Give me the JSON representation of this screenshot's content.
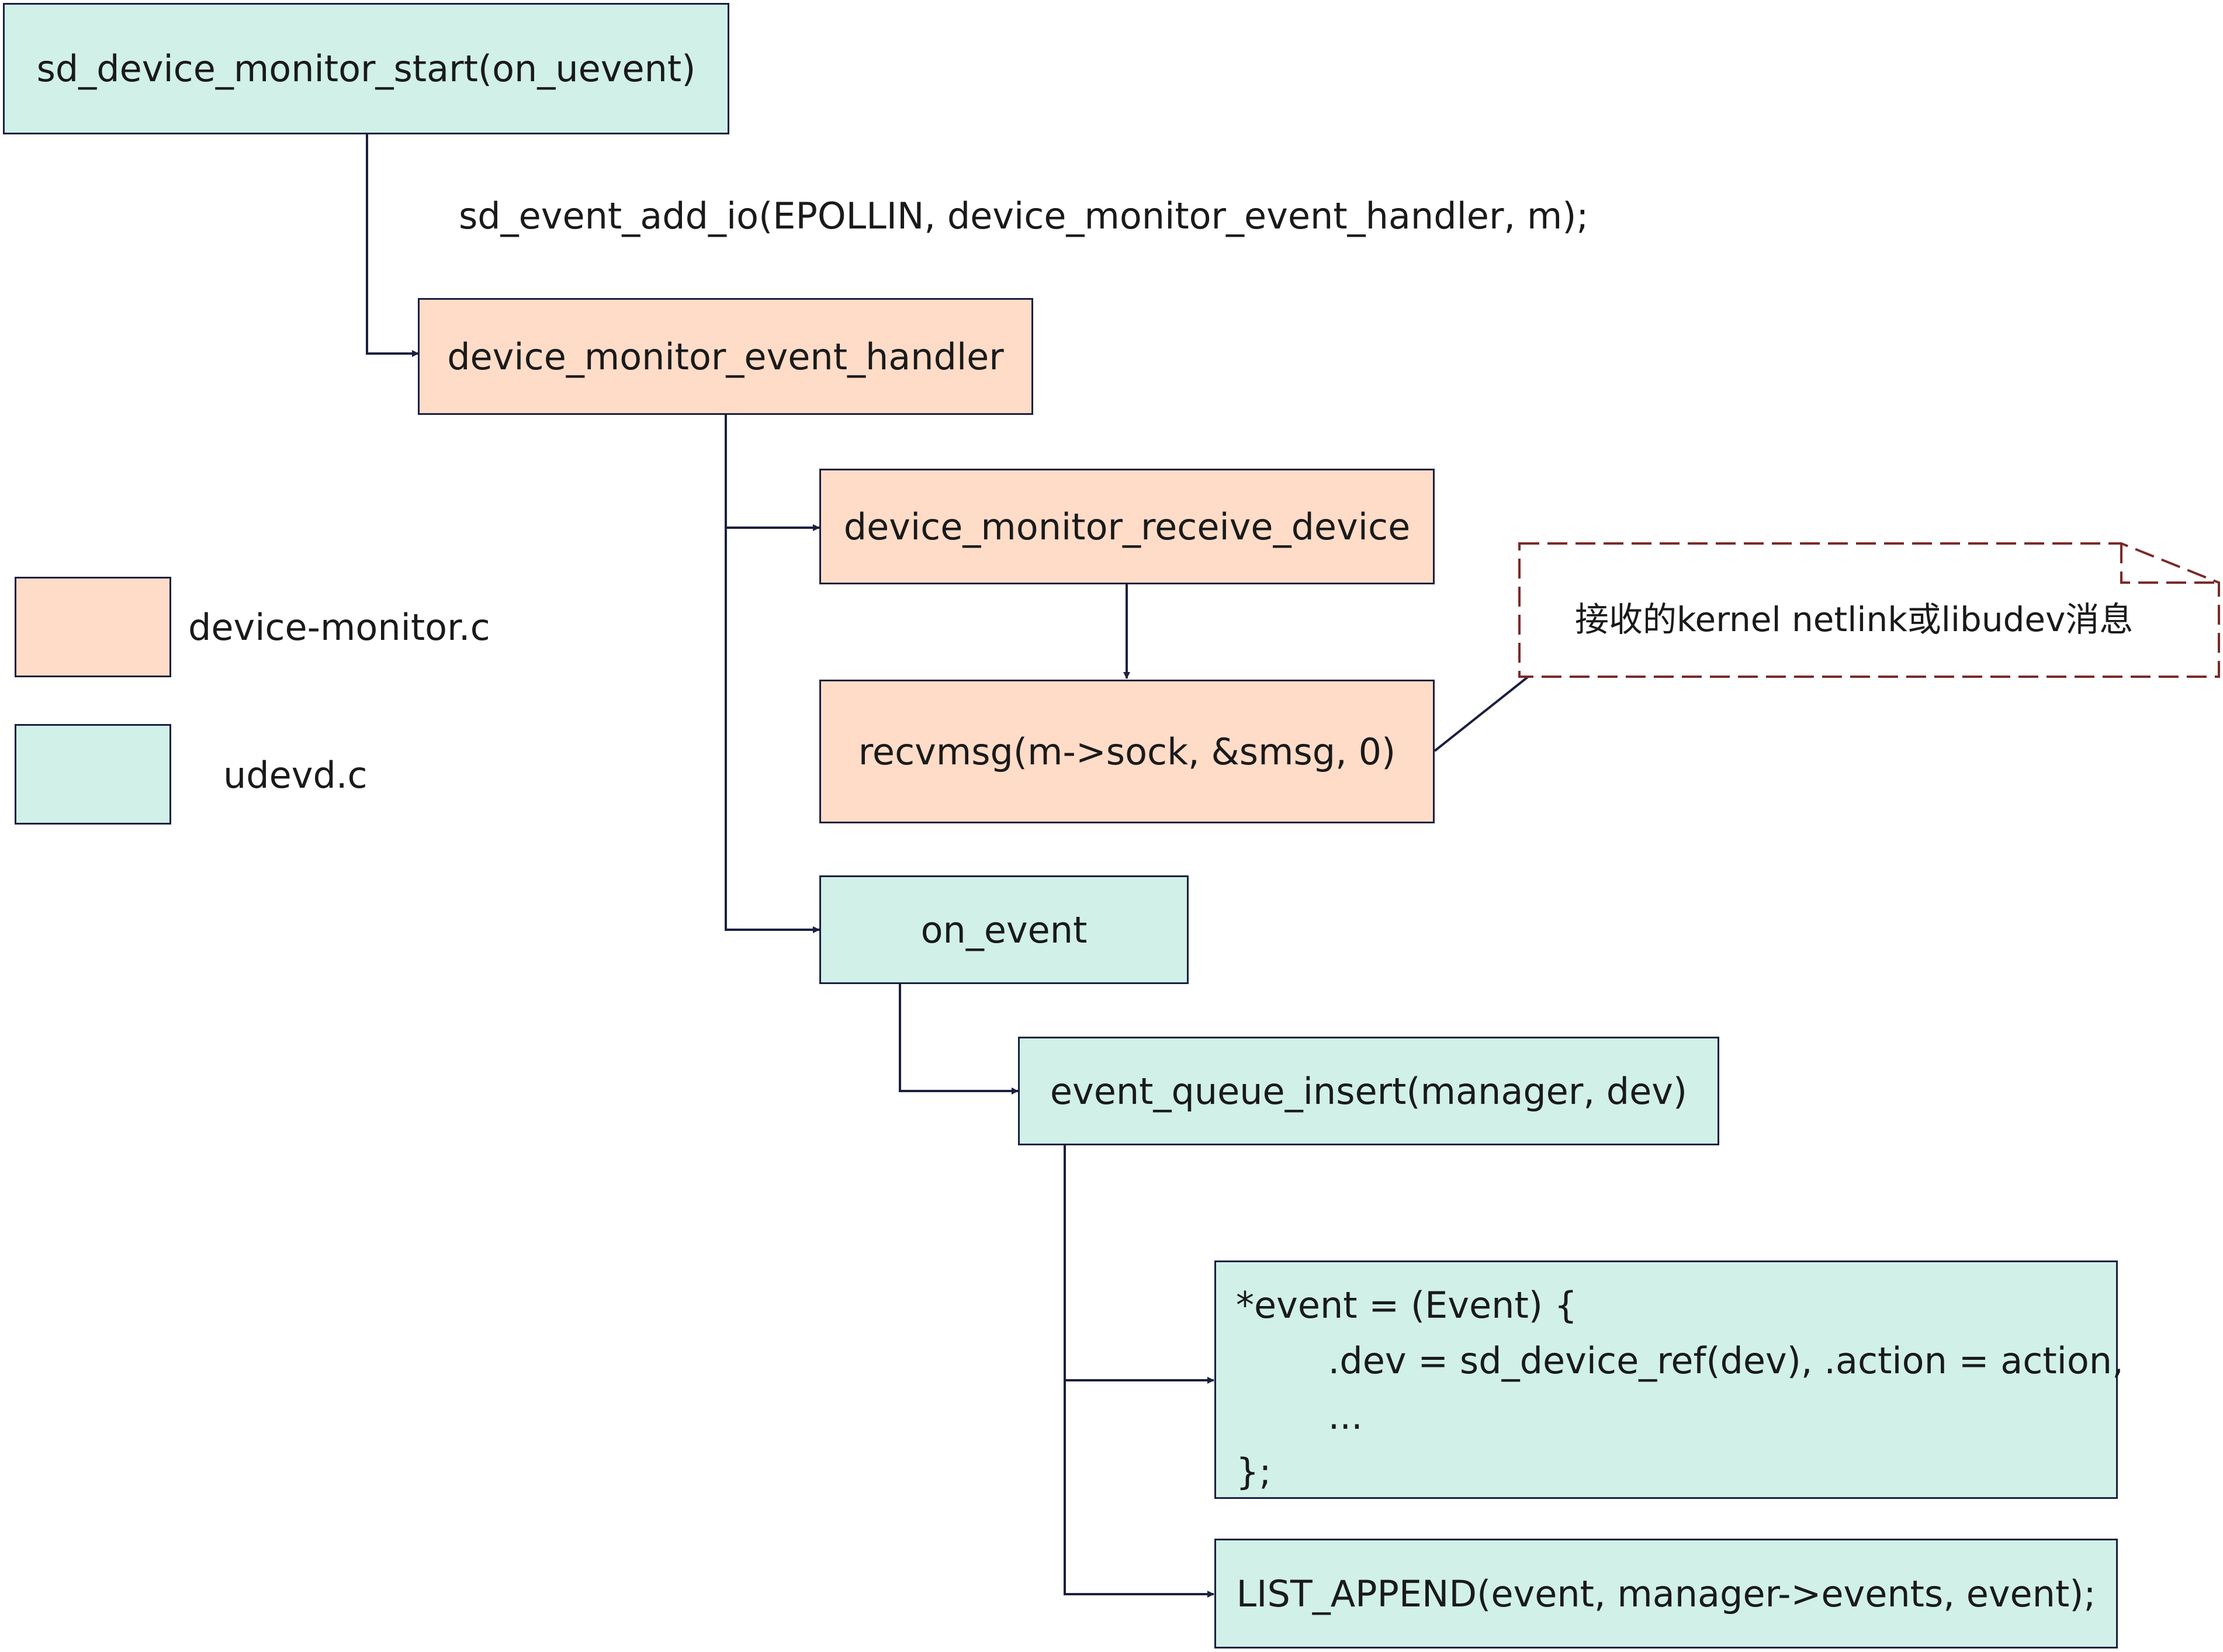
{
  "colors": {
    "udevd": "#d0f0e8",
    "device_monitor": "#ffdcc8",
    "stroke": "#1b2040",
    "note_border": "#7a2a2a"
  },
  "nodes": {
    "monitor_start": "sd_device_monitor_start(on_uevent)",
    "event_handler": "device_monitor_event_handler",
    "receive_device": "device_monitor_receive_device",
    "recvmsg": "recvmsg(m->sock, &smsg, 0)",
    "on_event": "on_event",
    "queue_insert": "event_queue_insert(manager, dev)",
    "event_struct": {
      "lines": [
        "*event = (Event) {",
        "        .dev = sd_device_ref(dev), .action = action,",
        "        ...",
        "};"
      ]
    },
    "list_append": "LIST_APPEND(event, manager->events, event);"
  },
  "edge_label": "sd_event_add_io(EPOLLIN, device_monitor_event_handler, m);",
  "note": "接收的kernel netlink或libudev消息",
  "legend": [
    {
      "label": "device-monitor.c",
      "color": "#ffdcc8"
    },
    {
      "label": "udevd.c",
      "color": "#d0f0e8"
    }
  ]
}
